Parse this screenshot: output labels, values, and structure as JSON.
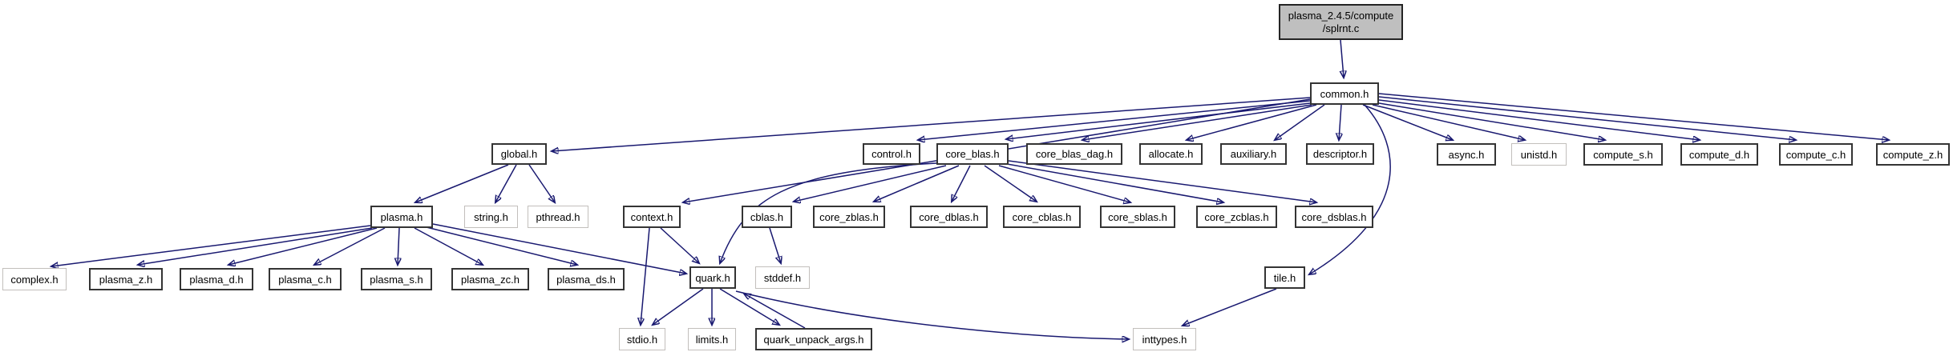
{
  "diagram": {
    "kind": "include-dependency-graph",
    "background_color": "#ffffff",
    "edge_color": "#191970",
    "project_node_border_color": "#343434",
    "system_node_border_color": "#c2bfbc",
    "root_node_fill": "#bfbfbf",
    "node_fill": "#ffffff",
    "text_color": "#000000"
  },
  "nodes": {
    "splrnt_c": {
      "label_line1": "plasma_2.4.5/compute",
      "label_line2": "/splrnt.c"
    },
    "common_h": {
      "label": "common.h"
    },
    "global_h": {
      "label": "global.h"
    },
    "control_h": {
      "label": "control.h"
    },
    "core_blas_h": {
      "label": "core_blas.h"
    },
    "core_blas_dag_h": {
      "label": "core_blas_dag.h"
    },
    "allocate_h": {
      "label": "allocate.h"
    },
    "auxiliary_h": {
      "label": "auxiliary.h"
    },
    "descriptor_h": {
      "label": "descriptor.h"
    },
    "async_h": {
      "label": "async.h"
    },
    "unistd_h": {
      "label": "unistd.h"
    },
    "compute_s_h": {
      "label": "compute_s.h"
    },
    "compute_d_h": {
      "label": "compute_d.h"
    },
    "compute_c_h": {
      "label": "compute_c.h"
    },
    "compute_z_h": {
      "label": "compute_z.h"
    },
    "plasma_h": {
      "label": "plasma.h"
    },
    "string_h": {
      "label": "string.h"
    },
    "pthread_h": {
      "label": "pthread.h"
    },
    "context_h": {
      "label": "context.h"
    },
    "cblas_h": {
      "label": "cblas.h"
    },
    "core_zblas_h": {
      "label": "core_zblas.h"
    },
    "core_dblas_h": {
      "label": "core_dblas.h"
    },
    "core_cblas_h": {
      "label": "core_cblas.h"
    },
    "core_sblas_h": {
      "label": "core_sblas.h"
    },
    "core_zcblas_h": {
      "label": "core_zcblas.h"
    },
    "core_dsblas_h": {
      "label": "core_dsblas.h"
    },
    "complex_h": {
      "label": "complex.h"
    },
    "plasma_z_h": {
      "label": "plasma_z.h"
    },
    "plasma_d_h": {
      "label": "plasma_d.h"
    },
    "plasma_c_h": {
      "label": "plasma_c.h"
    },
    "plasma_s_h": {
      "label": "plasma_s.h"
    },
    "plasma_zc_h": {
      "label": "plasma_zc.h"
    },
    "plasma_ds_h": {
      "label": "plasma_ds.h"
    },
    "quark_h": {
      "label": "quark.h"
    },
    "stddef_h": {
      "label": "stddef.h"
    },
    "tile_h": {
      "label": "tile.h"
    },
    "stdio_h": {
      "label": "stdio.h"
    },
    "limits_h": {
      "label": "limits.h"
    },
    "quark_unpack_args_h": {
      "label": "quark_unpack_args.h"
    },
    "inttypes_h": {
      "label": "inttypes.h"
    }
  },
  "edges": [
    {
      "from": "plasma_2.4.5/compute/splrnt.c",
      "to": "common.h"
    },
    {
      "from": "common.h",
      "to": "global.h"
    },
    {
      "from": "common.h",
      "to": "control.h"
    },
    {
      "from": "common.h",
      "to": "core_blas.h"
    },
    {
      "from": "common.h",
      "to": "core_blas_dag.h"
    },
    {
      "from": "common.h",
      "to": "allocate.h"
    },
    {
      "from": "common.h",
      "to": "auxiliary.h"
    },
    {
      "from": "common.h",
      "to": "descriptor.h"
    },
    {
      "from": "common.h",
      "to": "context.h"
    },
    {
      "from": "common.h",
      "to": "tile.h"
    },
    {
      "from": "common.h",
      "to": "async.h"
    },
    {
      "from": "common.h",
      "to": "unistd.h"
    },
    {
      "from": "common.h",
      "to": "compute_s.h"
    },
    {
      "from": "common.h",
      "to": "compute_d.h"
    },
    {
      "from": "common.h",
      "to": "compute_c.h"
    },
    {
      "from": "common.h",
      "to": "compute_z.h"
    },
    {
      "from": "global.h",
      "to": "plasma.h"
    },
    {
      "from": "global.h",
      "to": "string.h"
    },
    {
      "from": "global.h",
      "to": "pthread.h"
    },
    {
      "from": "plasma.h",
      "to": "complex.h"
    },
    {
      "from": "plasma.h",
      "to": "plasma_z.h"
    },
    {
      "from": "plasma.h",
      "to": "plasma_d.h"
    },
    {
      "from": "plasma.h",
      "to": "plasma_c.h"
    },
    {
      "from": "plasma.h",
      "to": "plasma_s.h"
    },
    {
      "from": "plasma.h",
      "to": "plasma_zc.h"
    },
    {
      "from": "plasma.h",
      "to": "plasma_ds.h"
    },
    {
      "from": "plasma.h",
      "to": "quark.h"
    },
    {
      "from": "context.h",
      "to": "stdio.h"
    },
    {
      "from": "context.h",
      "to": "quark.h"
    },
    {
      "from": "core_blas.h",
      "to": "cblas.h"
    },
    {
      "from": "core_blas.h",
      "to": "core_zblas.h"
    },
    {
      "from": "core_blas.h",
      "to": "core_dblas.h"
    },
    {
      "from": "core_blas.h",
      "to": "core_cblas.h"
    },
    {
      "from": "core_blas.h",
      "to": "core_sblas.h"
    },
    {
      "from": "core_blas.h",
      "to": "core_zcblas.h"
    },
    {
      "from": "core_blas.h",
      "to": "core_dsblas.h"
    },
    {
      "from": "core_blas.h",
      "to": "quark.h"
    },
    {
      "from": "cblas.h",
      "to": "stddef.h"
    },
    {
      "from": "quark.h",
      "to": "stdio.h"
    },
    {
      "from": "quark.h",
      "to": "limits.h"
    },
    {
      "from": "quark.h",
      "to": "quark_unpack_args.h"
    },
    {
      "from": "quark_unpack_args.h",
      "to": "quark.h"
    },
    {
      "from": "quark.h",
      "to": "inttypes.h"
    },
    {
      "from": "tile.h",
      "to": "inttypes.h"
    }
  ]
}
